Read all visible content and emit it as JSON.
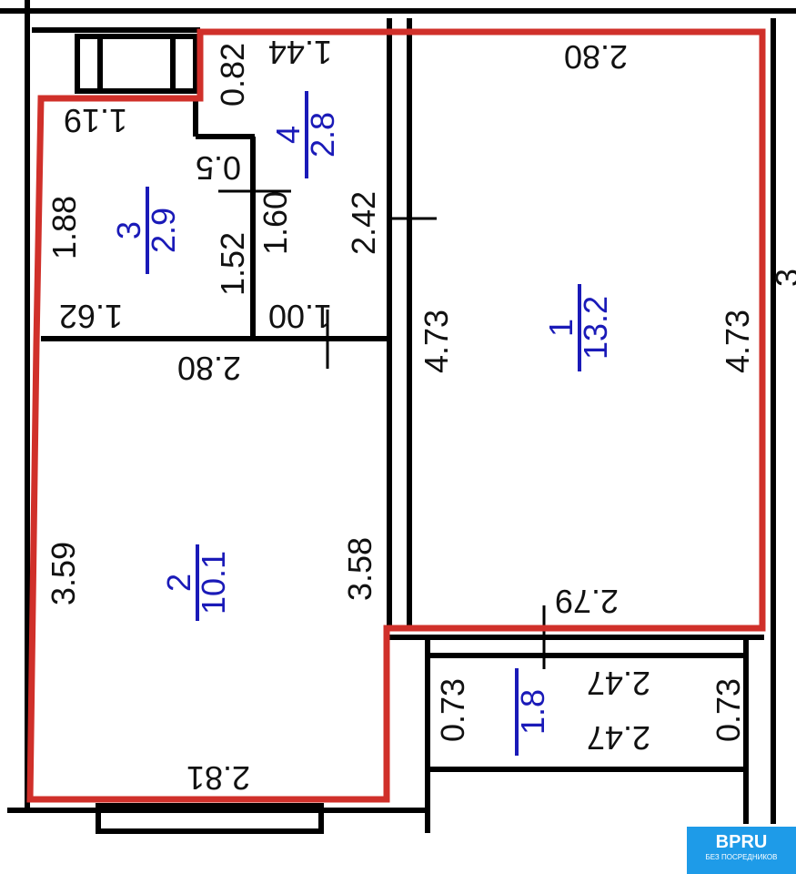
{
  "rooms": [
    {
      "number": "1",
      "area": "13.2"
    },
    {
      "number": "2",
      "area": "10.1"
    },
    {
      "number": "3",
      "area": "2.9"
    },
    {
      "number": "4",
      "area": "2.8"
    },
    {
      "number": "",
      "area": "1.8"
    }
  ],
  "dimensions": {
    "d144": "1.44",
    "d280top": "2.80",
    "d082": "0.82",
    "d119": "1.19",
    "d05": "0.5",
    "d188": "1.88",
    "d152": "1.52",
    "d160": "1.60",
    "d242": "2.42",
    "d162": "1.62",
    "d100": "1.00",
    "d280mid": "2.80",
    "d473l": "4.73",
    "d473r": "4.73",
    "d359": "3.59",
    "d358": "3.58",
    "d279": "2.79",
    "d073l": "0.73",
    "d073r": "0.73",
    "d247a": "2.47",
    "d247b": "2.47",
    "d281": "2.81",
    "edge": "3"
  },
  "logo": {
    "title": "BPRU",
    "subtitle": "БЕЗ ПОСРЕДНИКОВ"
  },
  "colors": {
    "outline": "#d0302a",
    "area": "#1a1ab8",
    "logo": "#1e9be8"
  }
}
